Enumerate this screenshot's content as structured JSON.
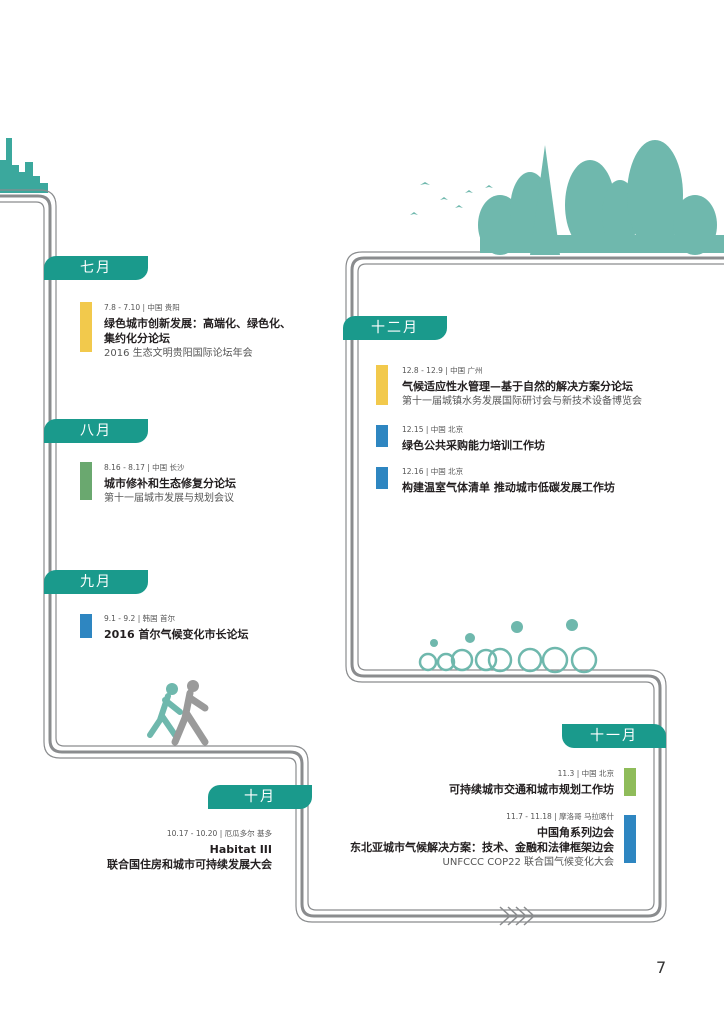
{
  "page_number": "7",
  "colors": {
    "teal": "#1a9a8c",
    "yellow": "#f2c94c",
    "green": "#6aa86f",
    "blue": "#2e86c1",
    "olive": "#8fbc5a",
    "road": "#8a8c8e"
  },
  "months": {
    "jul": "七月",
    "aug": "八月",
    "sep": "九月",
    "oct": "十月",
    "nov": "十一月",
    "dec": "十二月"
  },
  "events": {
    "jul1": {
      "meta": "7.8 - 7.10 | 中国 贵阳",
      "title1": "绿色城市创新发展：高端化、绿色化、",
      "title2": "集约化分论坛",
      "sub": "2016 生态文明贵阳国际论坛年会",
      "icon": "building-icon"
    },
    "aug1": {
      "meta": "8.16 - 8.17 | 中国 长沙",
      "title1": "城市修补和生态修复分论坛",
      "sub": "第十一届城市发展与规划会议",
      "icon": "leaf-icon"
    },
    "sep1": {
      "meta": "9.1 - 9.2 | 韩国 首尔",
      "title1": "2016 首尔气候变化市长论坛",
      "icon": "wind-turbine-icon"
    },
    "oct1": {
      "meta": "10.17 - 10.20 | 厄瓜多尔 基多",
      "title1": "Habitat III",
      "title2": "联合国住房和城市可持续发展大会"
    },
    "nov1": {
      "meta": "11.3 | 中国 北京",
      "title1": "可持续城市交通和城市规划工作坊",
      "icon": "bicycle-icon"
    },
    "nov2": {
      "meta": "11.7 - 11.18 | 摩洛哥 马拉喀什",
      "title1": "中国角系列边会",
      "title2": "东北亚城市气候解决方案：技术、金融和法律框架边会",
      "sub": "UNFCCC COP22 联合国气候变化大会",
      "icon": "wind-turbine-icon"
    },
    "dec1": {
      "meta": "12.8 - 12.9 | 中国 广州",
      "title1": "气候适应性水管理—基于自然的解决方案分论坛",
      "sub": "第十一届城镇水务发展国际研讨会与新技术设备博览会",
      "icon": "building-icon"
    },
    "dec2": {
      "meta": "12.15 | 中国 北京",
      "title1": "绿色公共采购能力培训工作坊",
      "icon": "umbrella-icon"
    },
    "dec3": {
      "meta": "12.16 | 中国 北京",
      "title1": "构建温室气体清单 推动城市低碳发展工作坊",
      "icon": "wind-turbine-icon"
    }
  }
}
